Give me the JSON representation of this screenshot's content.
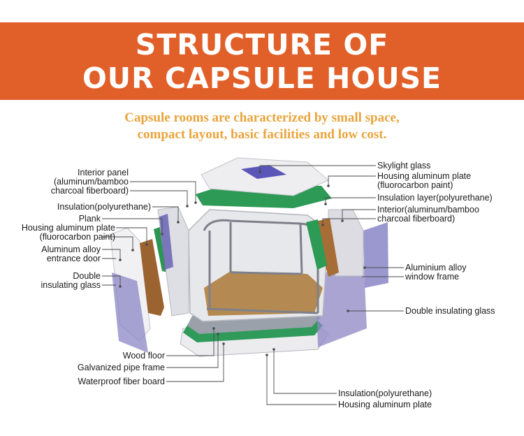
{
  "header": {
    "title_line1": "STRUCTURE OF",
    "title_line2": "OUR CAPSULE HOUSE",
    "subtitle_line1": "Capsule rooms are characterized by small space,",
    "subtitle_line2": "compact layout, basic facilities and low cost.",
    "banner_color": "#e1602a",
    "subtitle_color": "#e9a43c"
  },
  "labels": {
    "left": [
      {
        "id": "interior-panel",
        "lines": [
          "Interior panel",
          "(aluminum/bamboo",
          "charcoal fiberboard)"
        ]
      },
      {
        "id": "insulation-left",
        "lines": [
          "Insulation(polyurethane)"
        ]
      },
      {
        "id": "plank",
        "lines": [
          "Plank"
        ]
      },
      {
        "id": "housing-plate-left",
        "lines": [
          "Housing aluminum plate",
          "(fluorocarbon paint)"
        ]
      },
      {
        "id": "entrance-door",
        "lines": [
          "Aluminum alloy",
          "entrance door"
        ]
      },
      {
        "id": "double-glass-left",
        "lines": [
          "Double",
          "insulating glass"
        ]
      },
      {
        "id": "wood-floor",
        "lines": [
          "Wood floor"
        ]
      },
      {
        "id": "pipe-frame",
        "lines": [
          "Galvanized pipe frame"
        ]
      },
      {
        "id": "fiber-board",
        "lines": [
          "Waterproof fiber board"
        ]
      }
    ],
    "right": [
      {
        "id": "skylight",
        "lines": [
          "Skylight glass"
        ]
      },
      {
        "id": "housing-plate-top",
        "lines": [
          "Housing aluminum plate",
          "(fluorocarbon paint)"
        ]
      },
      {
        "id": "insulation-top",
        "lines": [
          "Insulation layer(polyurethane)"
        ]
      },
      {
        "id": "interior-right",
        "lines": [
          "Interior(aluminum/bamboo",
          "charcoal fiberboard)"
        ]
      },
      {
        "id": "window-frame",
        "lines": [
          "Aluminium alloy",
          "window frame"
        ]
      },
      {
        "id": "double-glass-right",
        "lines": [
          "Double insulating glass"
        ]
      },
      {
        "id": "insulation-bottom",
        "lines": [
          "Insulation(polyurethane)"
        ]
      },
      {
        "id": "housing-plate-bottom",
        "lines": [
          "Housing aluminum plate"
        ]
      }
    ]
  }
}
